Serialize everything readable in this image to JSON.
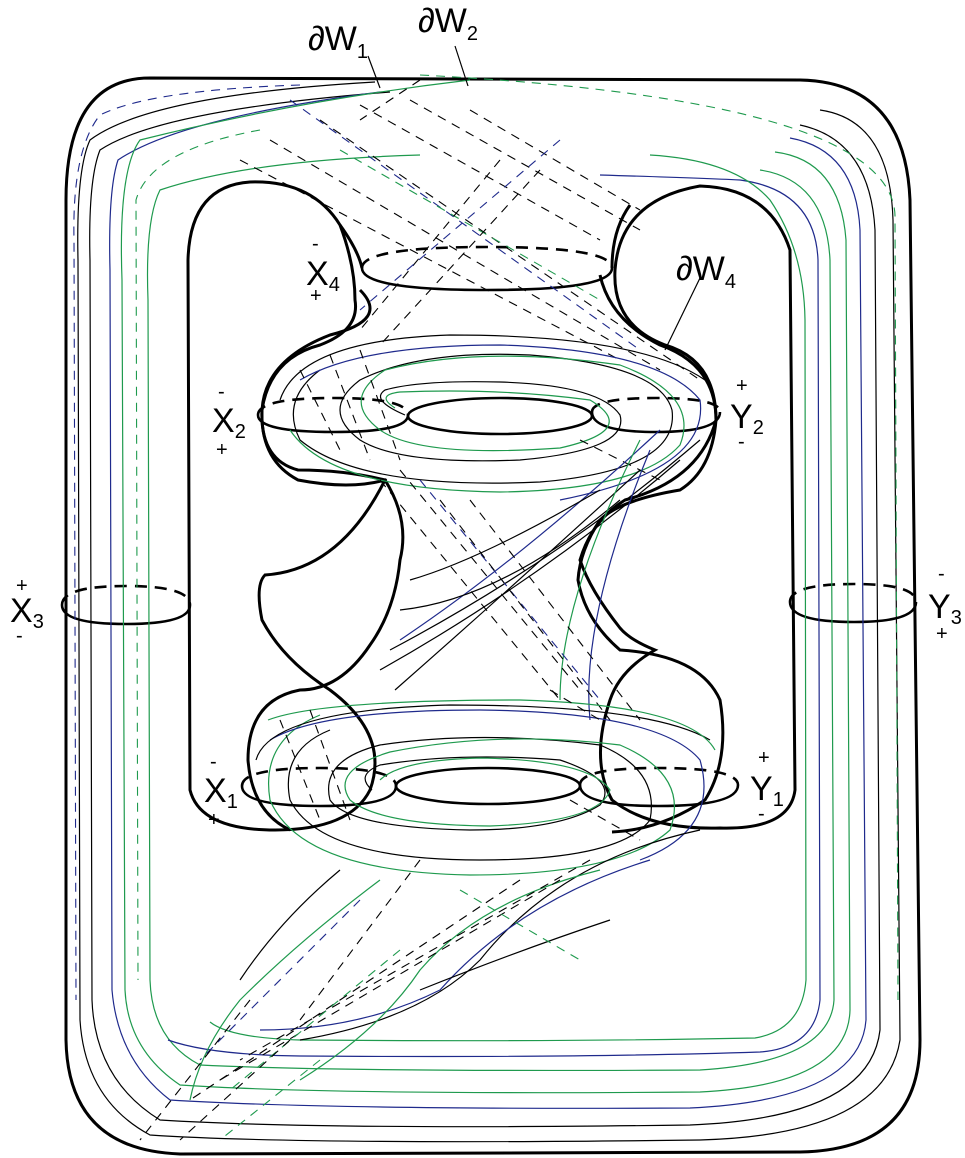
{
  "labels": {
    "dW1": {
      "main": "∂W",
      "sub": "1"
    },
    "dW2": {
      "main": "∂W",
      "sub": "2"
    },
    "dW4": {
      "main": "∂W",
      "sub": "4"
    },
    "X1": {
      "main": "X",
      "sub": "1",
      "top": "-",
      "bottom": "+"
    },
    "X2": {
      "main": "X",
      "sub": "2",
      "top": "-",
      "bottom": "+"
    },
    "X3": {
      "main": "X",
      "sub": "3",
      "top": "+",
      "bottom": "-"
    },
    "X4": {
      "main": "X",
      "sub": "4",
      "top": "-",
      "bottom": "+"
    },
    "Y1": {
      "main": "Y",
      "sub": "1",
      "top": "+",
      "bottom": "-"
    },
    "Y2": {
      "main": "Y",
      "sub": "2",
      "top": "+",
      "bottom": "-"
    },
    "Y3": {
      "main": "Y",
      "sub": "3",
      "top": "-",
      "bottom": "+"
    }
  },
  "colors": {
    "outline": "#000000",
    "curve_black": "#000000",
    "curve_blue": "#1f2a8c",
    "curve_green": "#1f9a4e"
  }
}
